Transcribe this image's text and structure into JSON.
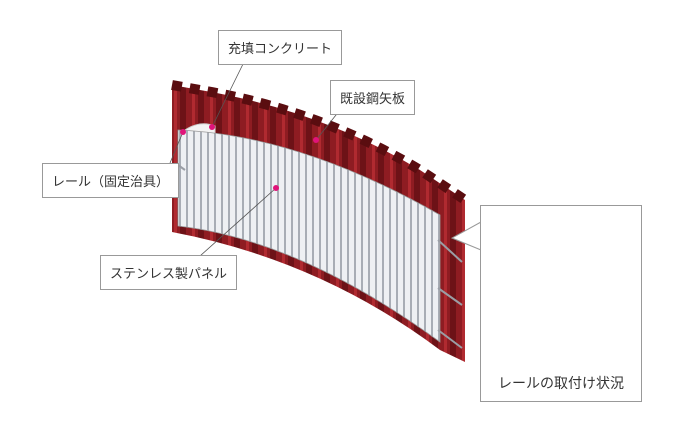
{
  "labels": {
    "filled_concrete": "充填コンクリート",
    "existing_sheet_pile": "既設鋼矢板",
    "rail": "レール（固定治具）",
    "stainless_panel": "ステンレス製パネル"
  },
  "inset": {
    "caption": "レールの取付け状況"
  },
  "colors": {
    "sheet_pile": "#8e1c22",
    "panel": "#e6e8ec",
    "marker": "#e0147a",
    "rail_glow": "#2fd8ee"
  }
}
